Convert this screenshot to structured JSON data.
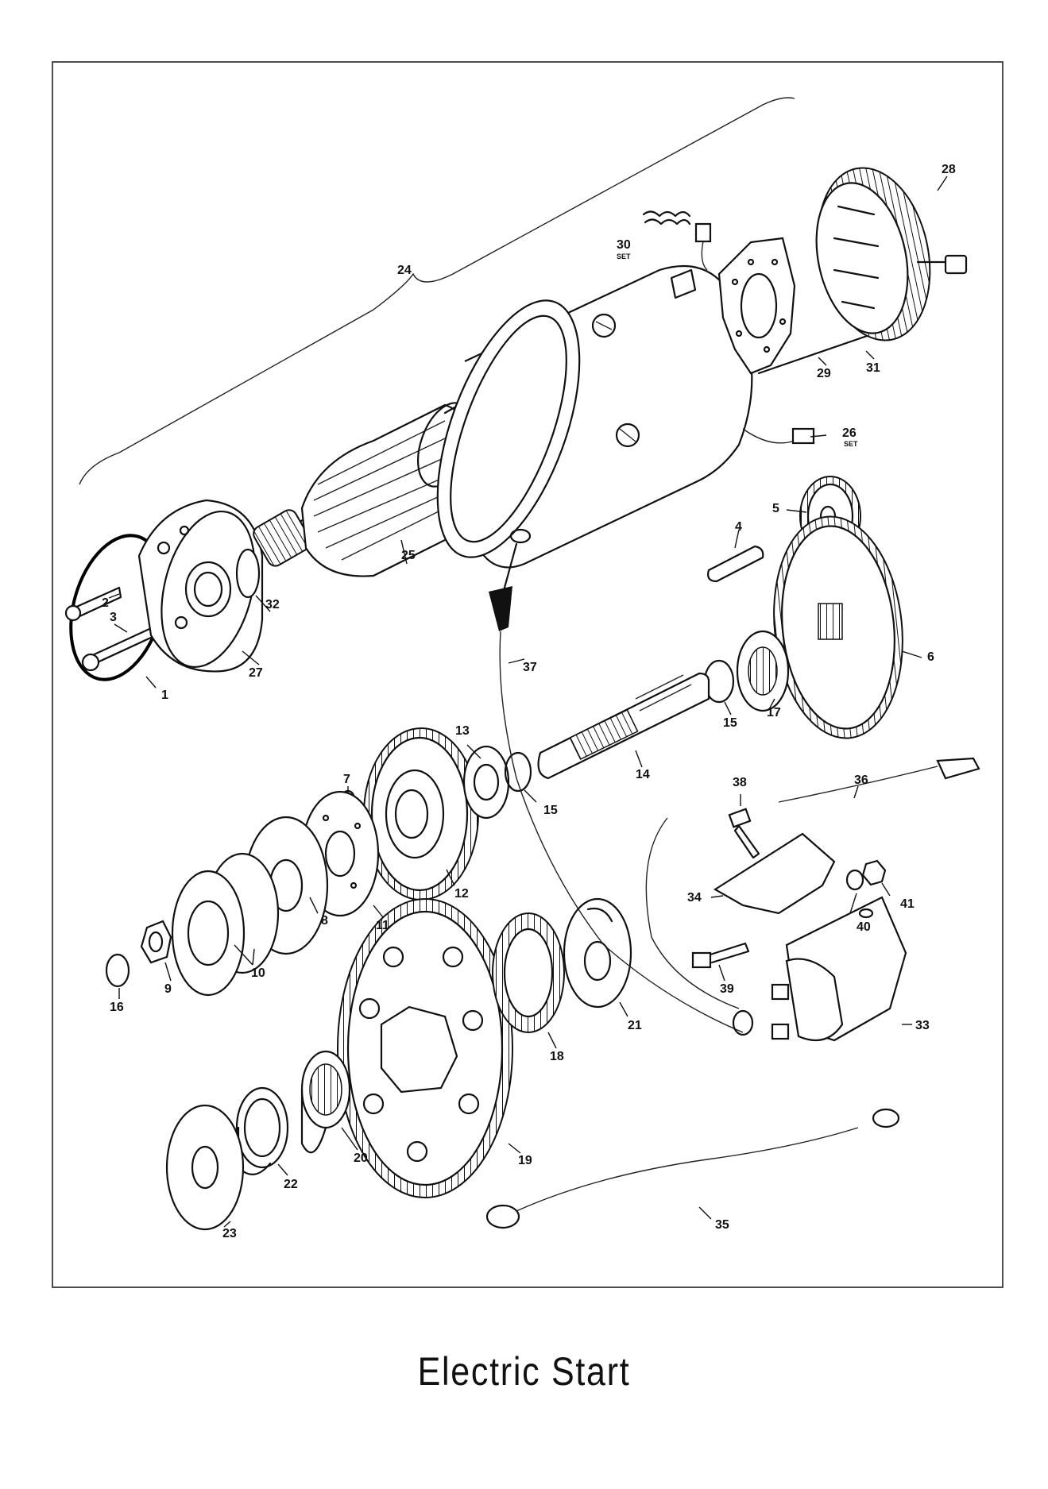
{
  "caption": "Electric Start",
  "parts": [
    {
      "id": "1",
      "text": "1"
    },
    {
      "id": "2",
      "text": "2"
    },
    {
      "id": "3",
      "text": "3"
    },
    {
      "id": "4",
      "text": "4"
    },
    {
      "id": "5",
      "text": "5"
    },
    {
      "id": "6",
      "text": "6"
    },
    {
      "id": "7",
      "text": "7"
    },
    {
      "id": "8",
      "text": "8"
    },
    {
      "id": "9",
      "text": "9"
    },
    {
      "id": "10",
      "text": "10"
    },
    {
      "id": "11",
      "text": "11"
    },
    {
      "id": "12",
      "text": "12"
    },
    {
      "id": "13",
      "text": "13"
    },
    {
      "id": "14",
      "text": "14"
    },
    {
      "id": "15a",
      "text": "15"
    },
    {
      "id": "15b",
      "text": "15"
    },
    {
      "id": "16",
      "text": "16"
    },
    {
      "id": "17",
      "text": "17"
    },
    {
      "id": "18",
      "text": "18"
    },
    {
      "id": "19",
      "text": "19"
    },
    {
      "id": "20",
      "text": "20"
    },
    {
      "id": "21",
      "text": "21"
    },
    {
      "id": "22",
      "text": "22"
    },
    {
      "id": "23",
      "text": "23"
    },
    {
      "id": "24",
      "text": "24"
    },
    {
      "id": "25",
      "text": "25"
    },
    {
      "id": "26",
      "text": "26"
    },
    {
      "id": "27",
      "text": "27"
    },
    {
      "id": "28",
      "text": "28"
    },
    {
      "id": "29",
      "text": "29"
    },
    {
      "id": "30",
      "text": "30"
    },
    {
      "id": "31",
      "text": "31"
    },
    {
      "id": "32",
      "text": "32"
    },
    {
      "id": "33",
      "text": "33"
    },
    {
      "id": "34",
      "text": "34"
    },
    {
      "id": "35",
      "text": "35"
    },
    {
      "id": "36",
      "text": "36"
    },
    {
      "id": "37",
      "text": "37"
    },
    {
      "id": "38",
      "text": "38"
    },
    {
      "id": "39",
      "text": "39"
    },
    {
      "id": "40",
      "text": "40"
    },
    {
      "id": "41",
      "text": "41"
    }
  ],
  "set_note": "SET"
}
